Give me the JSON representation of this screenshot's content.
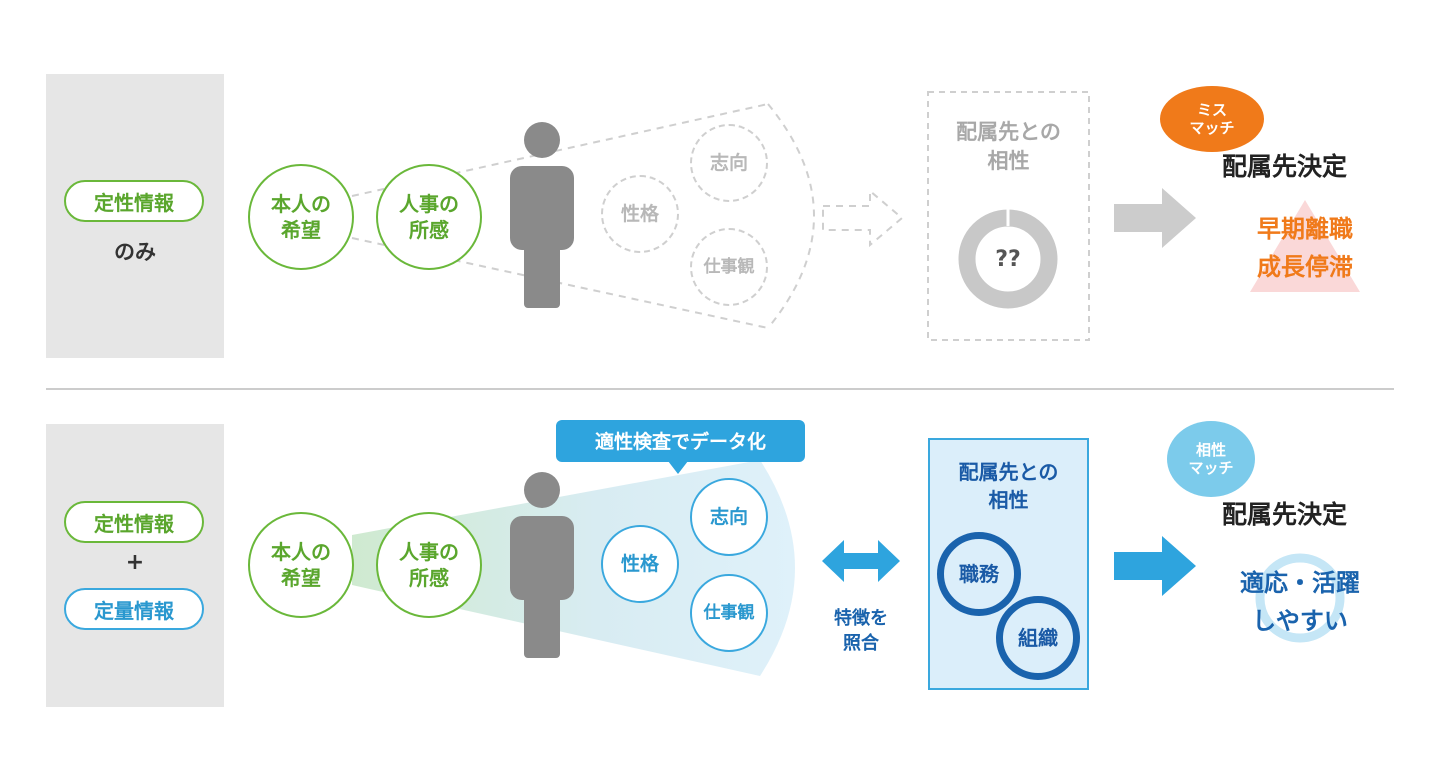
{
  "top": {
    "panel_label": "定性情報",
    "panel_sub": "のみ",
    "circle1": [
      "本人の",
      "希望"
    ],
    "circle2": [
      "人事の",
      "所感"
    ],
    "traits": [
      "志向",
      "性格",
      "仕事観"
    ],
    "affinity_title": [
      "配属先との",
      "相性"
    ],
    "unknown_mark": "??",
    "badge": [
      "ミス",
      "マッチ"
    ],
    "decision": "配属先決定",
    "result": [
      "早期離職",
      "成長停滞"
    ]
  },
  "bottom": {
    "panel_label1": "定性情報",
    "plus": "+",
    "panel_label2": "定量情報",
    "circle1": [
      "本人の",
      "希望"
    ],
    "circle2": [
      "人事の",
      "所感"
    ],
    "callout": "適性検査でデータ化",
    "traits": [
      "志向",
      "性格",
      "仕事観"
    ],
    "match_label": [
      "特徴を",
      "照合"
    ],
    "affinity_title": [
      "配属先との",
      "相性"
    ],
    "affinity_items": [
      "職務",
      "組織"
    ],
    "badge": [
      "相性",
      "マッチ"
    ],
    "decision": "配属先決定",
    "result": [
      "適応・活躍",
      "しやすい"
    ]
  },
  "colors": {
    "green": "#6ab83a",
    "blue": "#3aa8de",
    "dark_blue": "#1a63ad",
    "orange": "#f07a1a",
    "light_blue_badge": "#7ccbeb",
    "gray_figure": "#8a8a8a"
  }
}
